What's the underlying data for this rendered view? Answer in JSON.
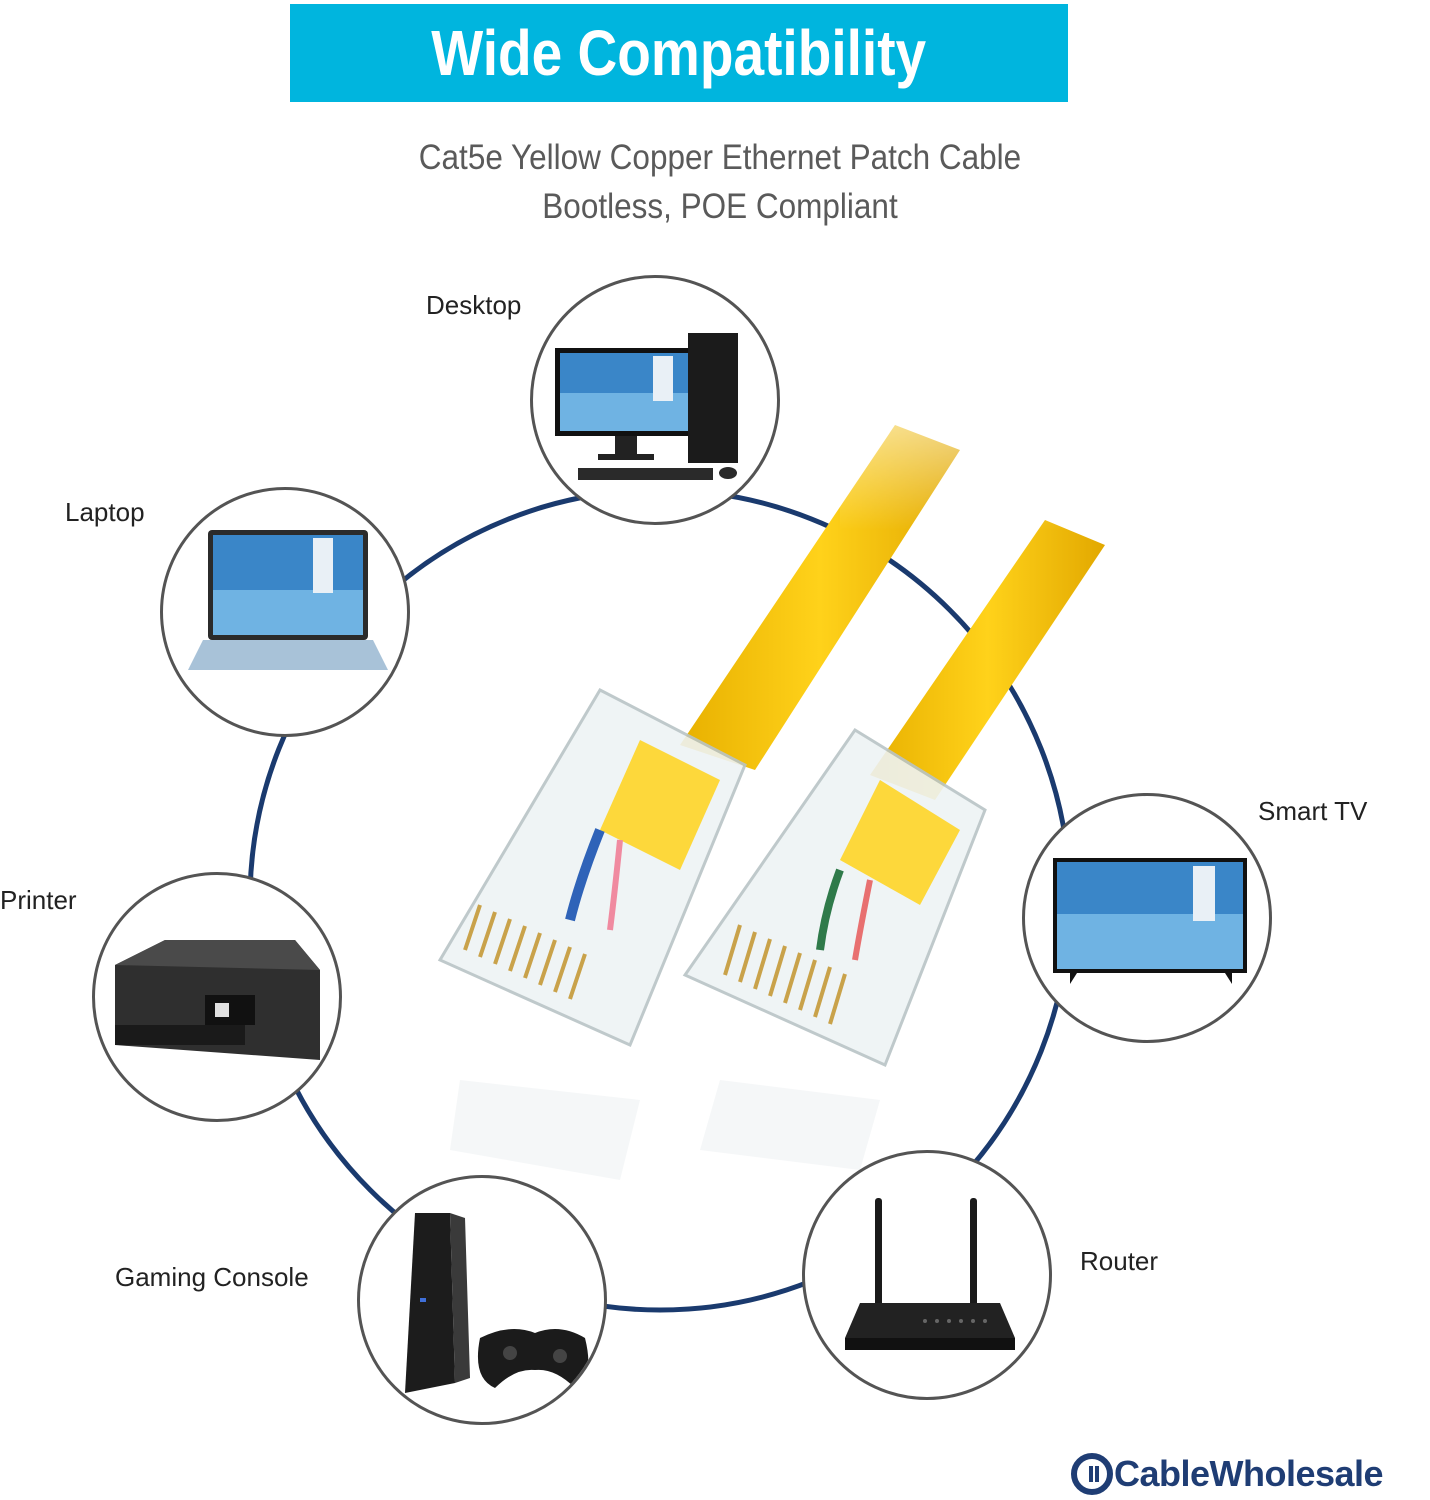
{
  "header": {
    "title": "Wide Compatibility",
    "subtitle_line1": "Cat5e Yellow Copper Ethernet Patch Cable",
    "subtitle_line2": "Bootless, POE Compliant"
  },
  "devices": [
    {
      "label": "Desktop",
      "icon": "desktop-icon"
    },
    {
      "label": "Laptop",
      "icon": "laptop-icon"
    },
    {
      "label": "Printer",
      "icon": "printer-icon"
    },
    {
      "label": "Gaming Console",
      "icon": "gaming-console-icon"
    },
    {
      "label": "Router",
      "icon": "router-icon"
    },
    {
      "label": "Smart TV",
      "icon": "smart-tv-icon"
    }
  ],
  "brand": {
    "name": "CableWholesale"
  },
  "colors": {
    "banner": "#00b5de",
    "ring": "#1a3a6e",
    "cable": "#f6c400",
    "circle_border": "#545454"
  }
}
